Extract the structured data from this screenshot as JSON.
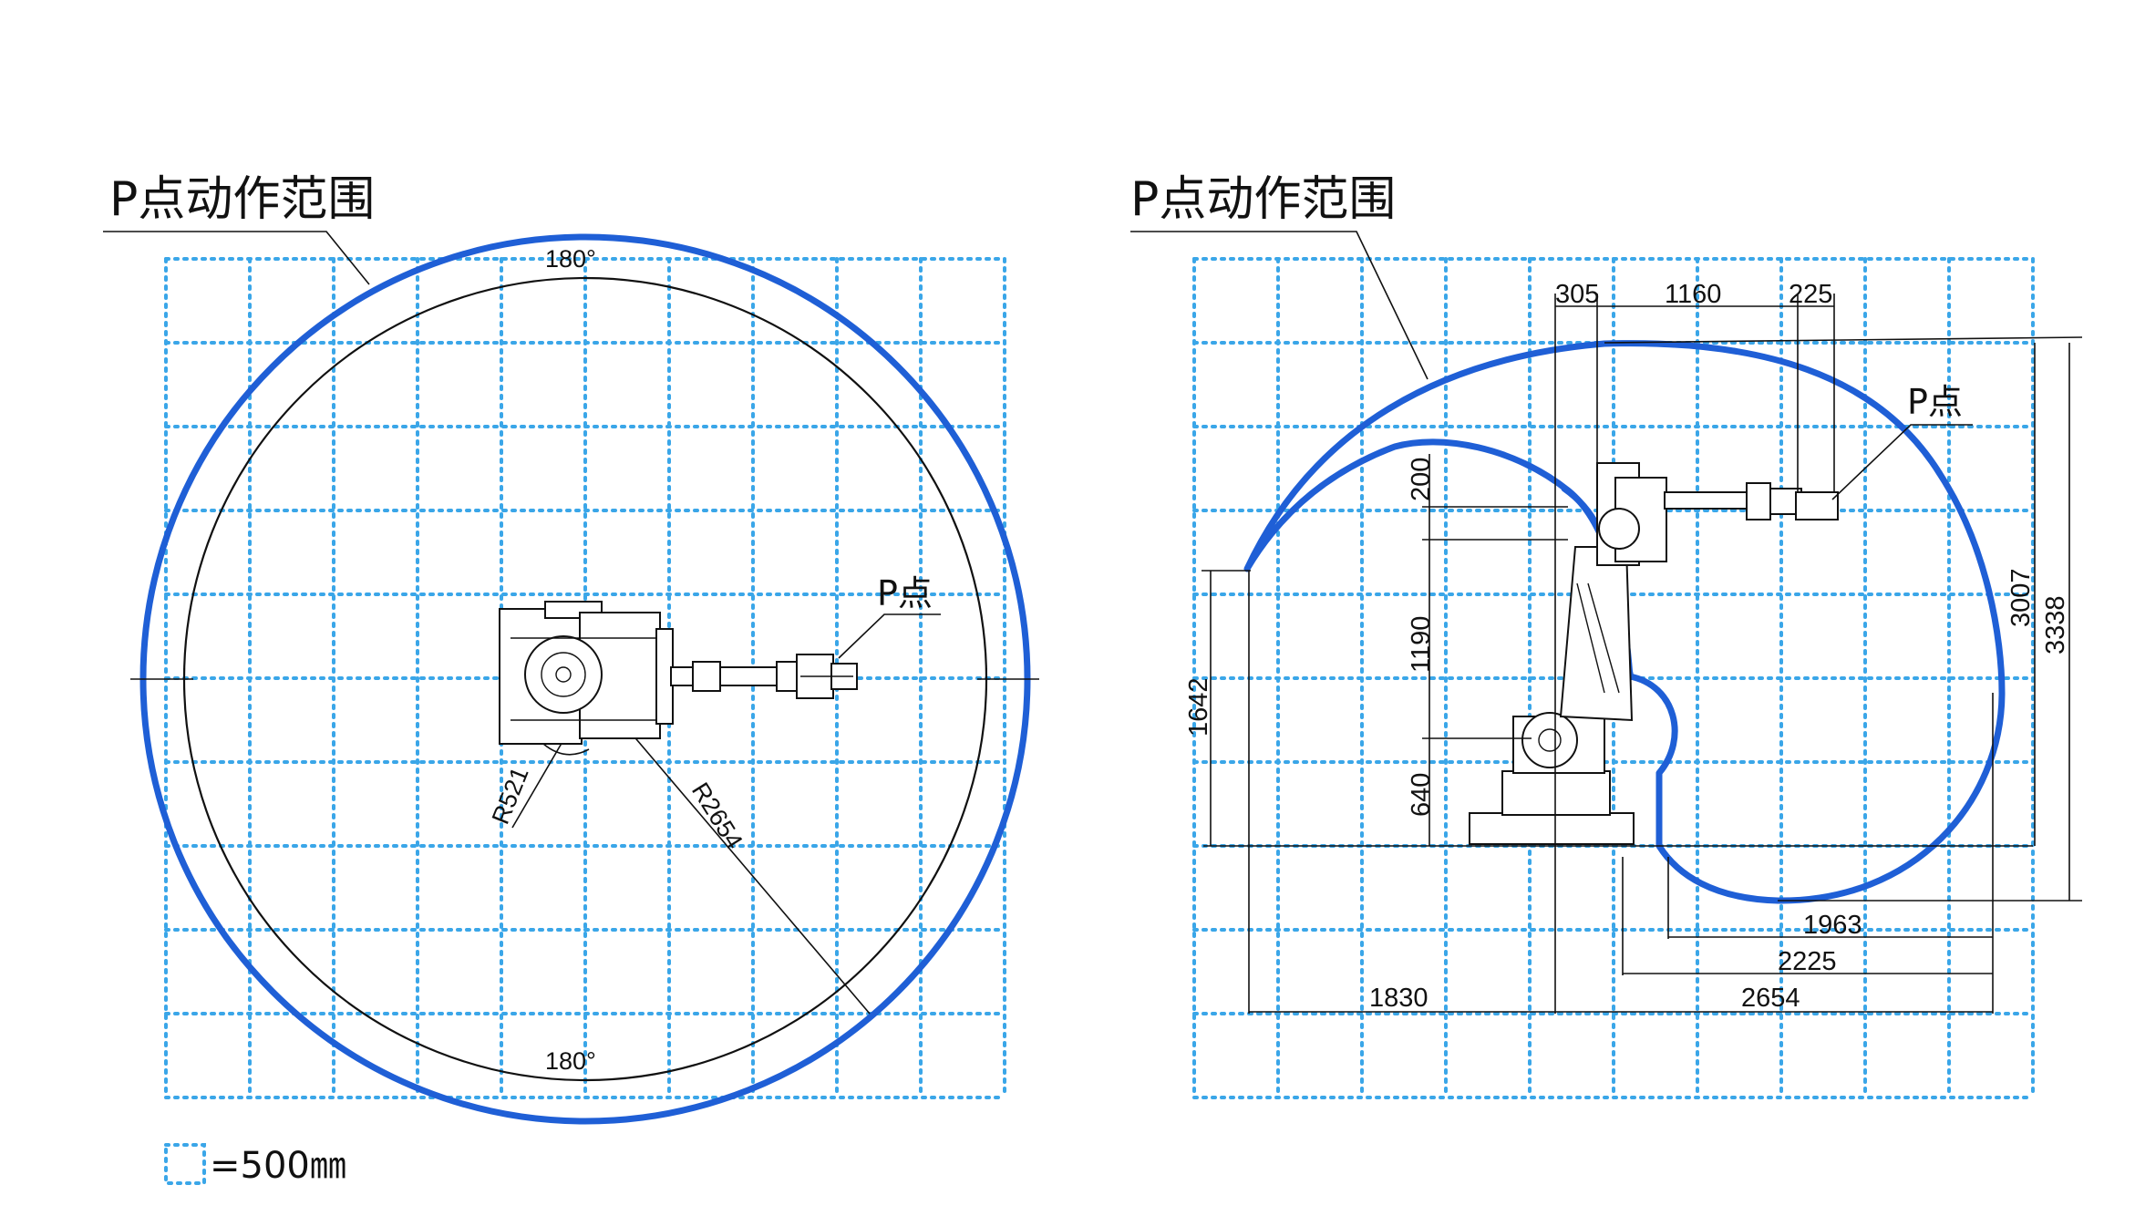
{
  "units": {
    "grid_legend": "=500㎜"
  },
  "top_view": {
    "title": "P点动作范围",
    "p_label": "P点",
    "angle_top": "180°",
    "angle_bottom": "180°",
    "radius_inner": "R521",
    "radius_outer": "R2654"
  },
  "side_view": {
    "title": "P点动作范围",
    "p_label": "P点",
    "top_dims": [
      "305",
      "1160",
      "225"
    ],
    "left_dims": [
      "200",
      "1190",
      "640"
    ],
    "left_height": "1642",
    "right_dims": [
      "3007",
      "3338"
    ],
    "bottom_dims": [
      "1963",
      "2225",
      "1830",
      "2654"
    ]
  },
  "colors": {
    "grid": "#3aa6e8",
    "envelope": "#1f5fd6",
    "line": "#111111"
  }
}
